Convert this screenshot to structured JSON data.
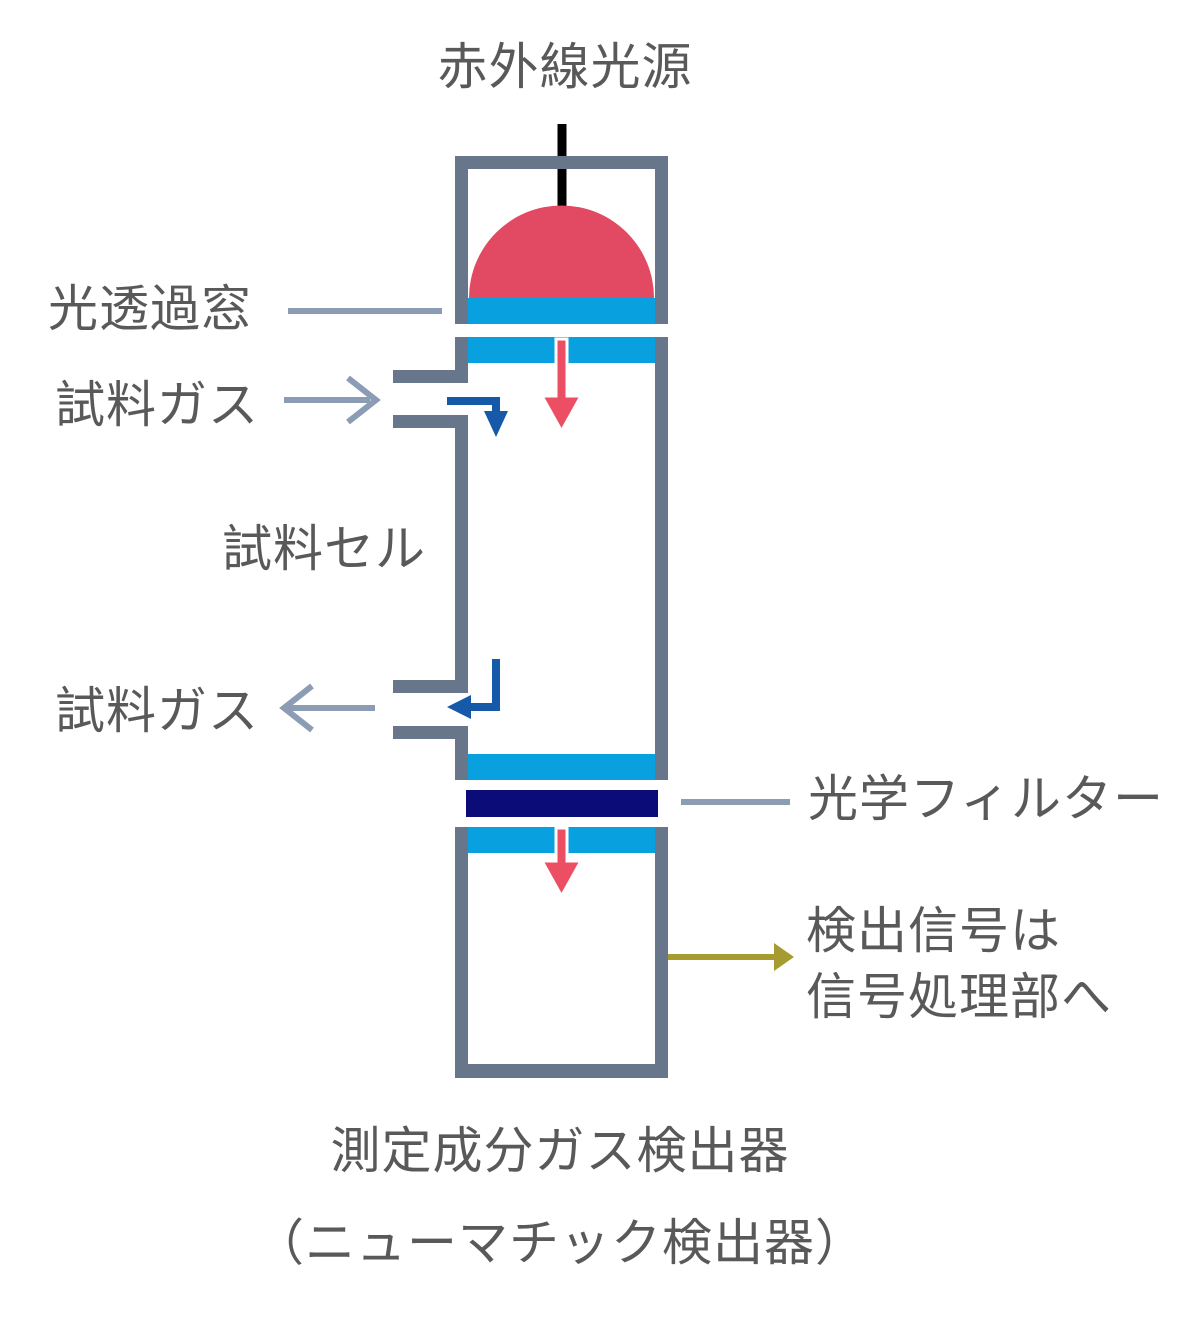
{
  "diagram": {
    "title_top": "赤外線光源",
    "labels": {
      "window": "光透過窓",
      "sample_gas_in": "試料ガス",
      "sample_cell": "試料セル",
      "sample_gas_out": "試料ガス",
      "optical_filter": "光学フィルター",
      "signal_line1": "検出信号は",
      "signal_line2": "信号処理部へ",
      "caption_line1": "測定成分ガス検出器",
      "caption_line2": "（ニューマチック検出器）"
    },
    "colors": {
      "tube_gray": "#68768c",
      "window_blue": "#09a0e0",
      "source_red": "#e24a63",
      "beam_red": "#ec4f63",
      "filter_navy": "#0c0c78",
      "flow_blue": "#1659a8",
      "pointer_gray": "#8b9cb4",
      "signal_olive": "#a59b30",
      "filament_black": "#000000",
      "text": "#595959",
      "background": "#ffffff",
      "white": "#ffffff"
    }
  }
}
